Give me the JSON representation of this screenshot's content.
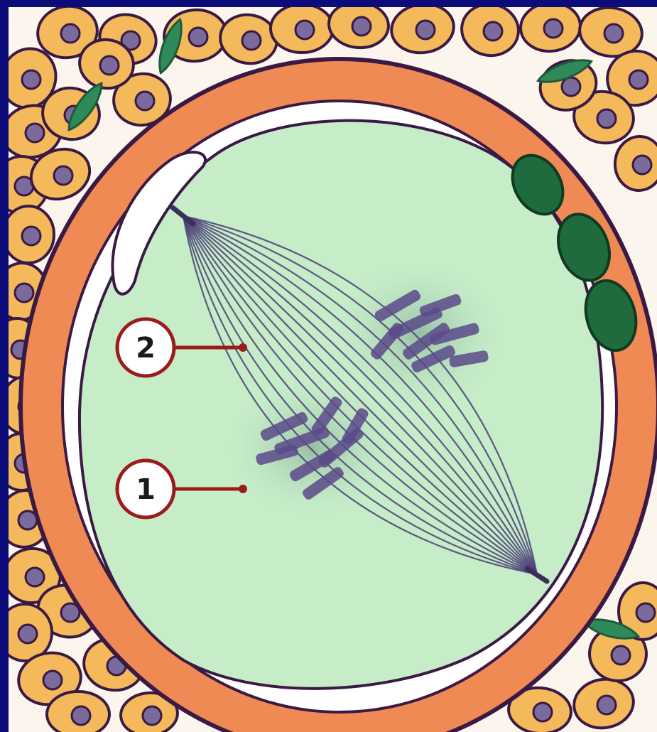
{
  "colors": {
    "frame": "#0b0b7a",
    "cell_fill": "#f3b95a",
    "cell_outline": "#3a1a44",
    "nucleus": "#7b6a9c",
    "zona": "#f08a55",
    "perivitelline": "#ffffff",
    "cytoplasm": "#c6ecc8",
    "spindle": "#4a3f76",
    "chromosome": "#5a4a8a",
    "polar_body": "#1f6b3d",
    "marker_line": "#9b1b1b"
  },
  "icons": [
    "polar-body-icon",
    "cumulus-cell-icon",
    "stromal-cell-icon"
  ],
  "callouts": [
    {
      "id": "1",
      "label": "1"
    },
    {
      "id": "2",
      "label": "2"
    }
  ]
}
